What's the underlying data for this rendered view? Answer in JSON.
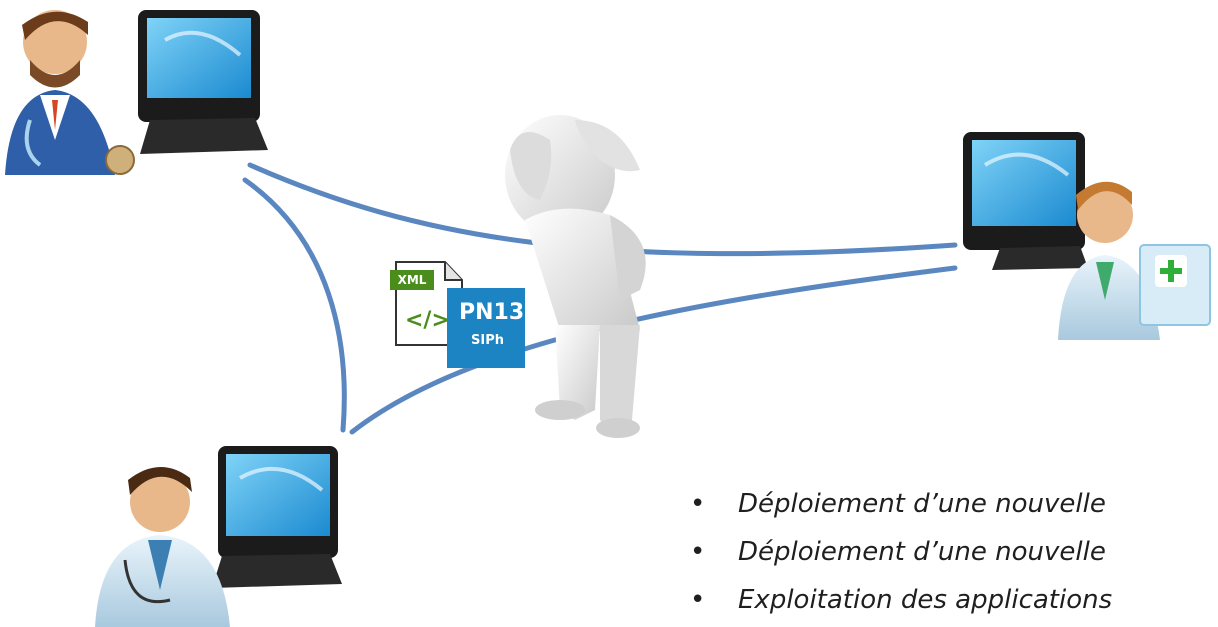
{
  "file_badge": {
    "xml_label": "XML",
    "code_glyph": "</>",
    "brand": "PN13",
    "brand_sub": "SIPh"
  },
  "bullets": [
    "Déploiement d’une nouvelle",
    "Déploiement d’une nouvelle",
    "Exploitation des applications"
  ],
  "colors": {
    "link_line": "#5b87c0",
    "monitor_screen": "#2a9fd8",
    "badge_blue": "#1d84c4",
    "xml_green": "#4a8d1d"
  },
  "icons": [
    "doctor-computer-icon",
    "worried-person-icon",
    "xml-file-icon",
    "pn13-logo-icon",
    "pharmacist-computer-icon"
  ]
}
